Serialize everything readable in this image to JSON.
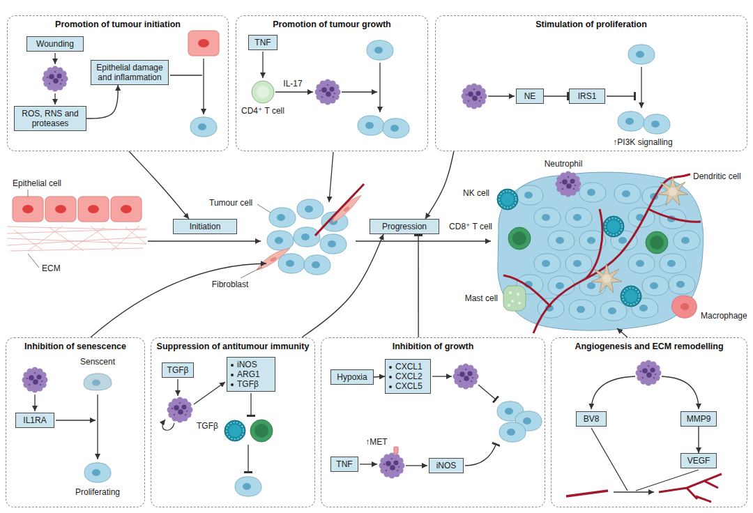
{
  "diagram": {
    "nodes": [
      {
        "text": [
          "Promotion of tumour initiation"
        ]
      },
      {
        "text": [
          "Wounding"
        ],
        "in": 0
      },
      {
        "text": [
          "ROS, RNS and proteases"
        ],
        "in": 0
      },
      {
        "text": [
          "Epithelial damage and inflammation"
        ],
        "in": 0
      },
      {
        "text": [
          "Promotion of tumour growth"
        ]
      },
      {
        "text": [
          "TNF"
        ],
        "in": 4
      },
      {
        "text": [
          "Stimulation of proliferation"
        ]
      },
      {
        "text": [
          "NE"
        ],
        "in": 6
      },
      {
        "text": [
          "IRS1"
        ],
        "in": 6
      },
      {
        "text": [
          "Initiation"
        ]
      },
      {
        "text": [
          "Progression"
        ]
      },
      {
        "text": [
          "Inhibition of senescence"
        ]
      },
      {
        "text": [
          "IL1RA"
        ],
        "in": 11
      },
      {
        "text": [
          "Suppression of antitumour immunity"
        ]
      },
      {
        "text": [
          "TGFβ"
        ],
        "in": 13
      },
      {
        "text": [
          "iNOS",
          "ARG1",
          "TGFβ"
        ],
        "in": 13
      },
      {
        "text": [
          "Inhibition of growth"
        ]
      },
      {
        "text": [
          "Hypoxia"
        ],
        "in": 16
      },
      {
        "text": [
          "CXCL1",
          "CXCL2",
          "CXCL5"
        ],
        "in": 16
      },
      {
        "text": [
          "TNF"
        ],
        "in": 16
      },
      {
        "text": [
          "iNOS"
        ],
        "in": 16
      },
      {
        "text": [
          "Angiogenesis and ECM remodelling"
        ]
      },
      {
        "text": [
          "BV8"
        ],
        "in": 21
      },
      {
        "text": [
          "MMP9"
        ],
        "in": 21
      },
      {
        "text": [
          "VEGF"
        ],
        "in": 21
      }
    ],
    "edges": [
      {
        "from": 2,
        "to": 3,
        "arrow": "to"
      },
      {
        "from": 7,
        "to": 8,
        "arrow": "to"
      },
      {
        "from": 0,
        "to": 9,
        "arrow": "to"
      },
      {
        "from": 6,
        "to": 10,
        "arrow": "to"
      },
      {
        "from": 13,
        "to": 10,
        "arrow": "to"
      },
      {
        "from": 16,
        "to": 10,
        "arrow": "to"
      },
      {
        "from": 17,
        "to": 18,
        "arrow": "to"
      },
      {
        "from": 23,
        "to": 24,
        "arrow": "to"
      }
    ],
    "labels": [
      "Epithelial cell",
      "ECM",
      "Tumour cell",
      "Fibroblast",
      "IL-17",
      "CD4⁺ T cell",
      "↑PI3K signalling",
      "Neutrophil",
      "NK cell",
      "CD8⁺ T cell",
      "Dendritic cell",
      "Mast cell",
      "Macrophage",
      "Senscent",
      "Proliferating",
      "TGFβ",
      "↑MET"
    ]
  }
}
